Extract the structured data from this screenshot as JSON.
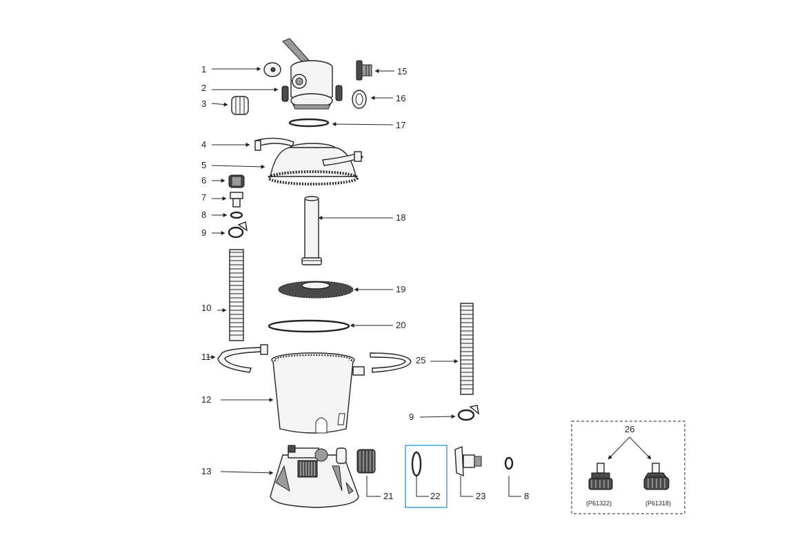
{
  "parts": [
    {
      "num": "1"
    },
    {
      "num": "2"
    },
    {
      "num": "3"
    },
    {
      "num": "4"
    },
    {
      "num": "5"
    },
    {
      "num": "6"
    },
    {
      "num": "7"
    },
    {
      "num": "8"
    },
    {
      "num": "9"
    },
    {
      "num": "10"
    },
    {
      "num": "11"
    },
    {
      "num": "12"
    },
    {
      "num": "13"
    },
    {
      "num": "15"
    },
    {
      "num": "16"
    },
    {
      "num": "17"
    },
    {
      "num": "18"
    },
    {
      "num": "19"
    },
    {
      "num": "20"
    },
    {
      "num": "21"
    },
    {
      "num": "22"
    },
    {
      "num": "23"
    },
    {
      "num": "8"
    },
    {
      "num": "25"
    },
    {
      "num": "9"
    },
    {
      "num": "26"
    }
  ],
  "options": {
    "left_code": "(P61322)",
    "right_code": "(P61318)"
  },
  "colors": {
    "highlight_box": "#3aa6d8",
    "line": "#222222"
  }
}
